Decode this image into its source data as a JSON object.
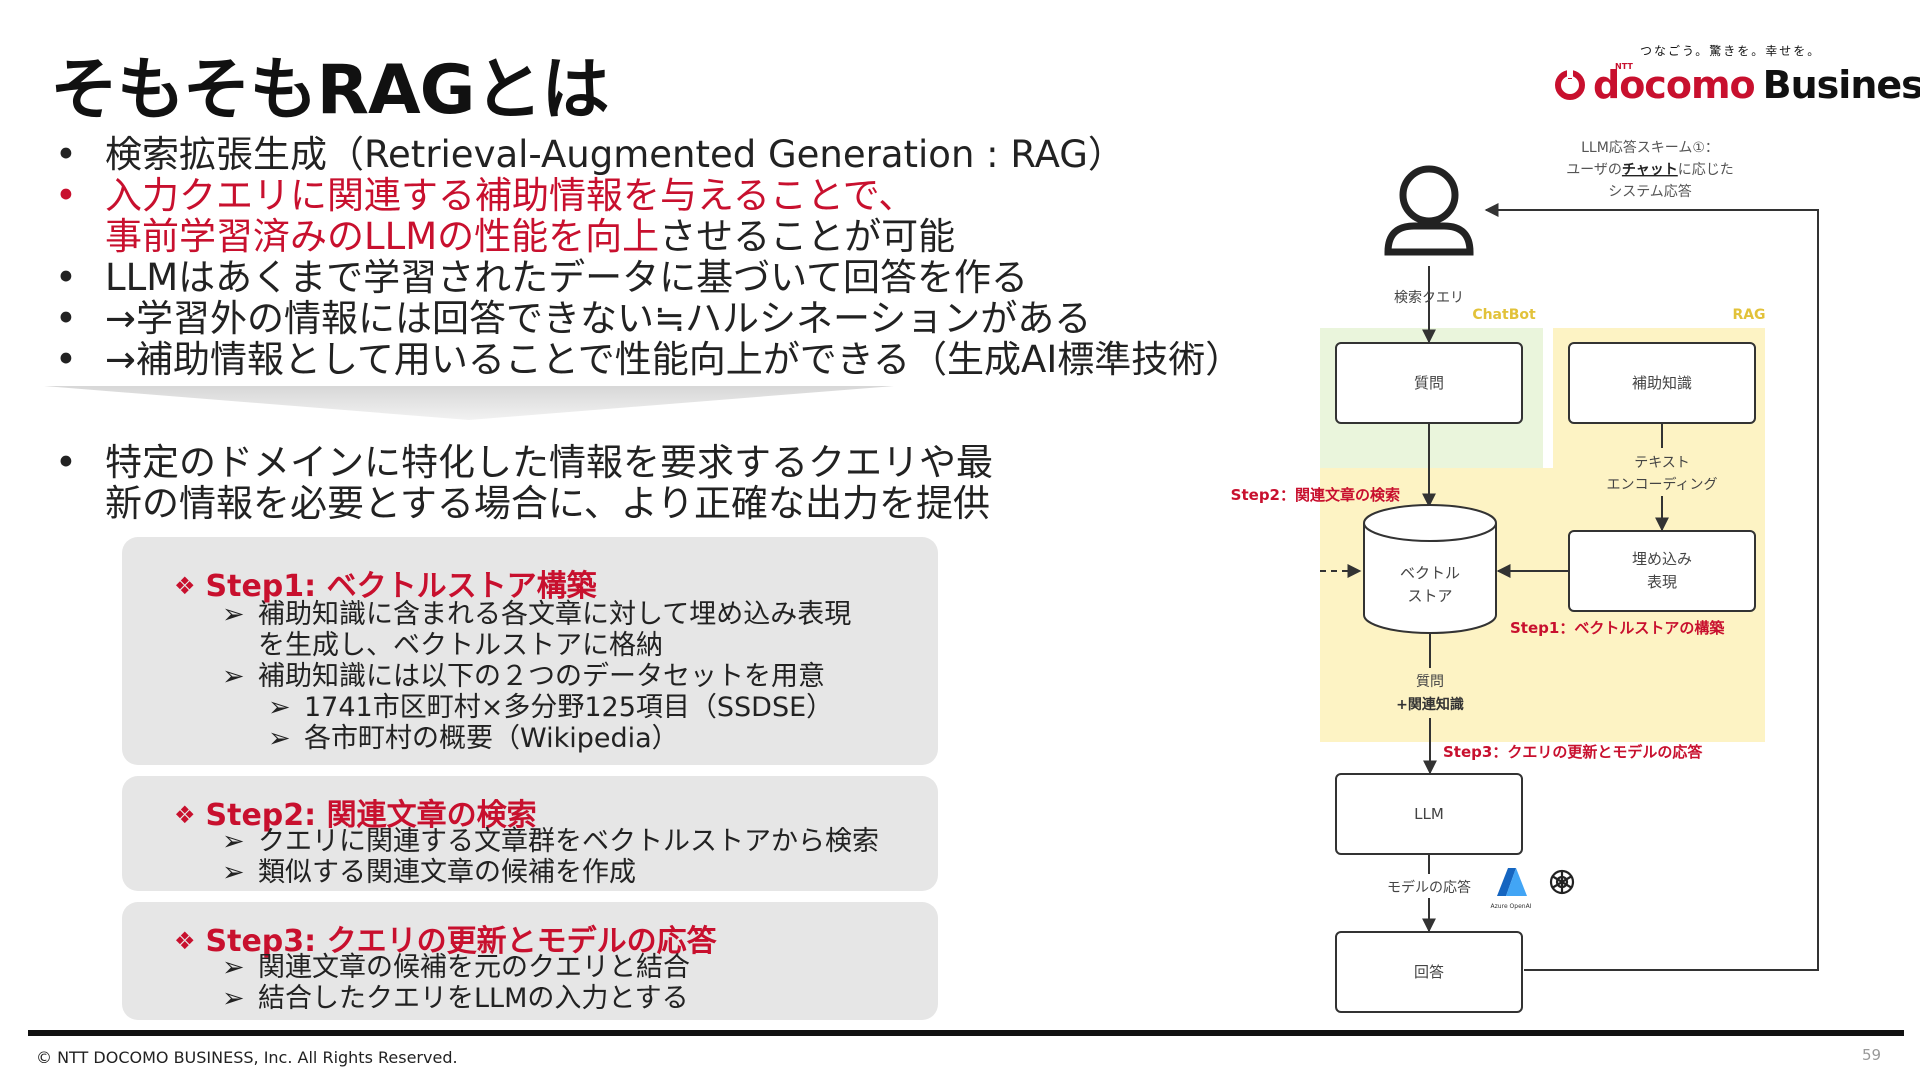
{
  "title": "そもそもRAGとは",
  "brand": {
    "tagline": "つなごう。驚きを。幸せを。",
    "name_part1": "docomo",
    "name_part2": "Business",
    "ntt": "NTT"
  },
  "bullets_top": [
    {
      "text": "検索拡張生成（Retrieval-Augmented Generation : RAG）",
      "red": false
    },
    {
      "text": "入力クエリに関連する補助情報を与えることで、",
      "red": true
    },
    {
      "text_red": "事前学習済みのLLMの性能を向上",
      "text_rest": "させることが可能",
      "continuation": true
    },
    {
      "text": "LLMはあくまで学習されたデータに基づいて回答を作る",
      "red": false
    },
    {
      "text": "→学習外の情報には回答できない≒ハルシネーションがある",
      "red": false
    },
    {
      "text": "→補助情報として用いることで性能向上ができる（生成AI標準技術）",
      "red": false
    }
  ],
  "bullets_mid": [
    "特定のドメインに特化した情報を要求するクエリや最",
    "新の情報を必要とする場合に、より正確な出力を提供"
  ],
  "bullet_symbol": "•",
  "arrow_symbol": "➢",
  "diamond_symbol": "❖",
  "steps": [
    {
      "title": "Step1: ベクトルストア構築",
      "items": [
        {
          "level": 1,
          "text": "補助知識に含まれる各文章に対して埋め込み表現"
        },
        {
          "level": 1,
          "text": "を生成し、ベクトルストアに格納",
          "continuation": true
        },
        {
          "level": 1,
          "text": "補助知識には以下の２つのデータセットを用意"
        },
        {
          "level": 2,
          "text": "1741市区町村×多分野125項目（SSDSE）"
        },
        {
          "level": 2,
          "text": "各市町村の概要（Wikipedia）"
        }
      ]
    },
    {
      "title": "Step2: 関連文章の検索",
      "items": [
        {
          "level": 1,
          "text": "クエリに関連する文章群をベクトルストアから検索"
        },
        {
          "level": 1,
          "text": "類似する関連文章の候補を作成"
        }
      ]
    },
    {
      "title": "Step3: クエリの更新とモデルの応答",
      "items": [
        {
          "level": 1,
          "text": "関連文章の候補を元のクエリと結合"
        },
        {
          "level": 1,
          "text": "結合したクエリをLLMの入力とする"
        }
      ]
    }
  ],
  "diagram": {
    "scheme_title": [
      "LLM応答スキーム①：",
      "ユーザの",
      "チャット",
      "に応じた",
      "システム応答"
    ],
    "chatbot_label": "ChatBot",
    "rag_label": "RAG",
    "search_query": "検索クエリ",
    "question": "質問",
    "aux_knowledge": "補助知識",
    "text_encoding": [
      "テキスト",
      "エンコーディング"
    ],
    "embedding": [
      "埋め込み",
      "表現"
    ],
    "vector_store": [
      "ベクトル",
      "ストア"
    ],
    "step2": "Step2：関連文章の検索",
    "step1": "Step1：ベクトルストアの構築",
    "q_plus": [
      "質問",
      "+関連知識"
    ],
    "step3": "Step3：クエリの更新とモデルの応答",
    "llm": "LLM",
    "model_response": "モデルの応答",
    "azure_label": "Azure OpenAI",
    "answer": "回答",
    "colors": {
      "step_red": "#c8102e",
      "chatbot_bg": "#eaf5dc",
      "rag_bg": "#fdf3c4",
      "label_yellow": "#e2c23a"
    }
  },
  "footer": {
    "copyright": "© NTT DOCOMO BUSINESS, Inc. All Rights Reserved.",
    "page": "59"
  }
}
